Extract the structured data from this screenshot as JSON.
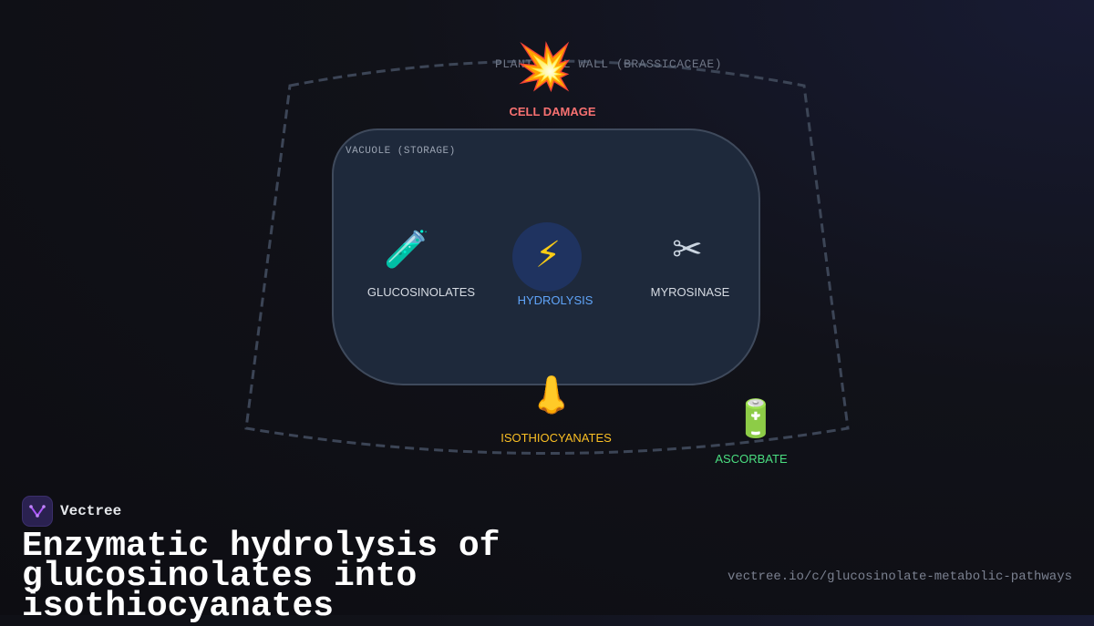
{
  "diagram": {
    "cell_wall_label": "PLANT CELL WALL (BRASSICACEAE)",
    "damage": {
      "icon": "collision-icon",
      "glyph": "💥",
      "label": "CELL DAMAGE"
    },
    "vacuole_label": "VACUOLE (STORAGE)",
    "nodes": {
      "glucosinolates": {
        "icon": "test-tube-icon",
        "glyph": "🧪",
        "label": "GLUCOSINOLATES"
      },
      "hydrolysis": {
        "icon": "lightning-icon",
        "glyph": "⚡",
        "label": "HYDROLYSIS"
      },
      "myrosinase": {
        "icon": "scissors-icon",
        "glyph": "✂",
        "label": "MYROSINASE"
      },
      "isothiocyanates": {
        "icon": "nose-icon",
        "glyph": "👃",
        "label": "ISOTHIOCYANATES"
      },
      "ascorbate": {
        "icon": "battery-icon",
        "glyph": "🔋",
        "label": "ASCORBATE"
      }
    },
    "colors": {
      "damage": "#f87171",
      "hydrolysis": "#60a5fa",
      "isothiocyanates": "#fbbf24",
      "ascorbate": "#4ade80",
      "wall_stroke": "#3c4556",
      "arrow": "#9ca3af"
    }
  },
  "footer": {
    "brand_name": "Vectree",
    "brand_icon": "vectree-logo-icon",
    "title": "Enzymatic hydrolysis of glucosinolates into isothiocyanates",
    "url": "vectree.io/c/glucosinolate-metabolic-pathways"
  }
}
